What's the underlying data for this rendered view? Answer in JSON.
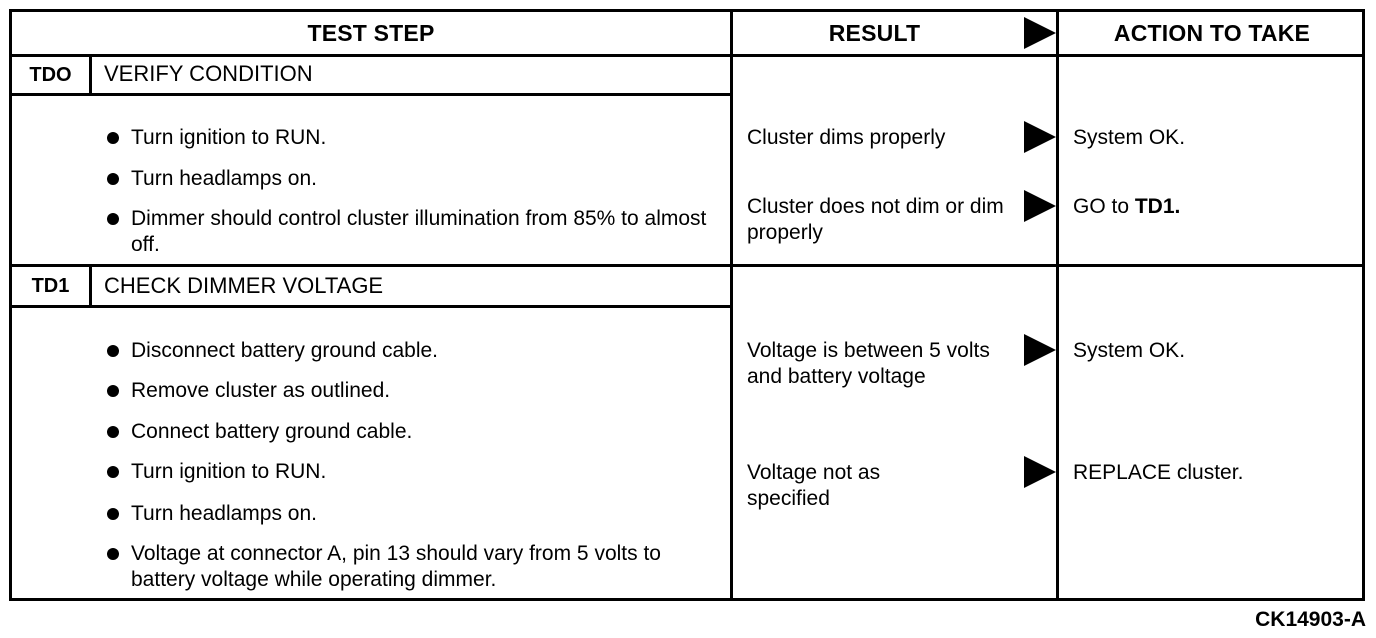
{
  "header": {
    "test_step": "TEST STEP",
    "result": "RESULT",
    "action": "ACTION TO TAKE"
  },
  "steps": [
    {
      "id": "TDO",
      "title": "VERIFY CONDITION",
      "bullets": [
        "Turn ignition to RUN.",
        "Turn headlamps on.",
        "Dimmer should control cluster illumination from 85% to almost off."
      ],
      "results": [
        {
          "result": "Cluster dims properly",
          "action_prefix": "System OK.",
          "action_bold": ""
        },
        {
          "result": "Cluster does not dim or dim properly",
          "action_prefix": "GO to ",
          "action_bold": "TD1."
        }
      ]
    },
    {
      "id": "TD1",
      "title": "CHECK DIMMER VOLTAGE",
      "bullets": [
        "Disconnect battery ground cable.",
        "Remove cluster as outlined.",
        "Connect battery ground cable.",
        "Turn ignition to RUN.",
        "Turn headlamps on.",
        "Voltage at connector A, pin 13 should vary from 5 volts to battery voltage while operating dimmer."
      ],
      "results": [
        {
          "result": "Voltage is between 5 volts and battery voltage",
          "action_prefix": "System OK.",
          "action_bold": ""
        },
        {
          "result": "Voltage not as specified",
          "action_prefix": "REPLACE cluster.",
          "action_bold": ""
        }
      ]
    }
  ],
  "figure_code": "CK14903-A",
  "icons": {
    "arrow": "right-triangle-arrow-icon",
    "bullet": "filled-circle-bullet-icon"
  }
}
